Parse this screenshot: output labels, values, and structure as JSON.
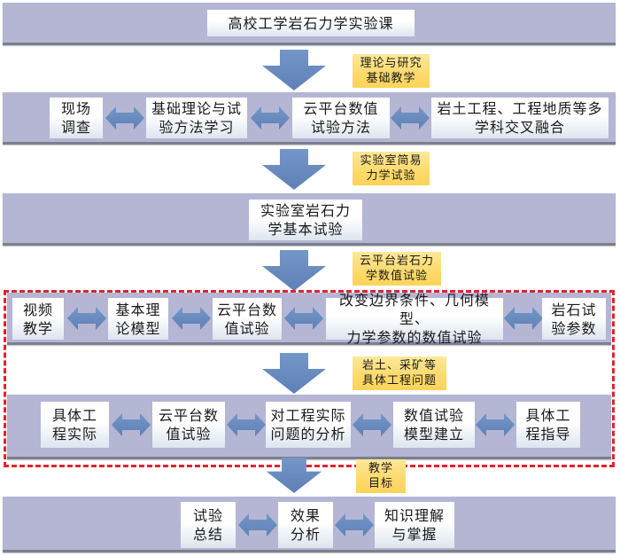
{
  "title": "高校工学岩石力学实验课",
  "rows": [
    {
      "boxes": [
        "现场\n调查",
        "基础理论与试\n验方法学习",
        "云平台数值\n试验方法",
        "岩土工程、工程地质等多\n学科交叉融合"
      ]
    },
    {
      "boxes": [
        "实验室岩石力\n学基本试验"
      ]
    },
    {
      "boxes": [
        "视频\n教学",
        "基本理\n论模型",
        "云平台数\n值试验",
        "改变边界条件、几何模型、\n力学参数的数值试验",
        "岩石试\n验参数"
      ]
    },
    {
      "boxes": [
        "具体工\n程实际",
        "云平台数\n值试验",
        "对工程实际\n问题的分析",
        "数值试验\n模型建立",
        "具体工\n程指导"
      ]
    },
    {
      "boxes": [
        "试验\n总结",
        "效果\n分析",
        "知识理解\n与掌握"
      ]
    }
  ],
  "arrow_labels": [
    "理论与研究\n基础教学",
    "实验室简易\n力学试验",
    "云平台岩石力\n学数值试验",
    "岩土、采矿等\n具体工程问题",
    "教学\n目标"
  ],
  "colors": {
    "band": "#b4b6d4",
    "arrow": "#6b8cc0",
    "label": "#fcd96a",
    "highlight_border": "#e2242c"
  }
}
